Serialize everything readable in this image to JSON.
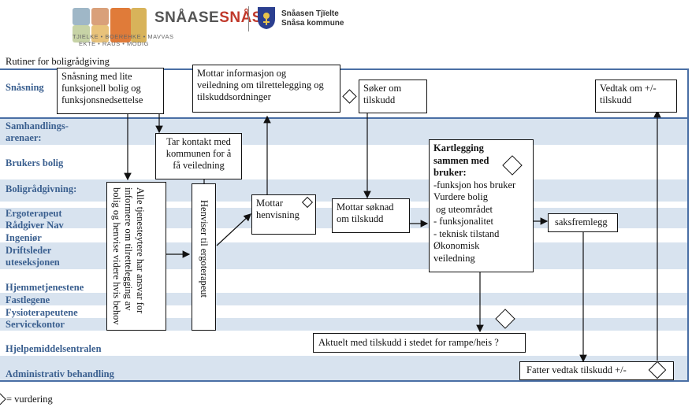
{
  "header": {
    "logo_tagline_line1": "TJIELKE • BOEREHKE • MAVVAS",
    "logo_tagline_line2": "EKTE • RAUS • MODIG",
    "wordmark_part1": "SNÅASE",
    "wordmark_part2": "SNÅSA",
    "municipality_line1": "Snåasen Tjïelte",
    "municipality_line2": "Snåsa kommune"
  },
  "page_title": "Rutiner for boligrådgiving",
  "lanes": {
    "snasning": "Snåsning",
    "samhandling_1": "Samhandlings-",
    "samhandling_2": "arenaer:",
    "brukers_bolig": "Brukers bolig",
    "boligradgivning": "Boligrådgivning:",
    "ergoterapeut": "Ergoterapeut",
    "radgiver_nav": "Rådgiver Nav",
    "ingenior": "Ingeniør",
    "driftsleder_1": "Driftsleder",
    "driftsleder_2": "uteseksjonen",
    "hjemmetjenestene": "Hjemmetjenestene",
    "fastlegene": "Fastlegene",
    "fysioterapeutene": "Fysioterapeutene",
    "servicekontor": "Servicekontor",
    "hjelpemiddelsentralen": "Hjelpemiddelsentralen",
    "administrativ": "Administrativ  behandling"
  },
  "boxes": {
    "snasning_bolig": [
      "Snåsning med lite",
      "funksjonell bolig og",
      "funksjonsnedsettelse"
    ],
    "tar_kontakt": [
      "Tar kontakt med",
      "kommunen for å",
      "få veiledning"
    ],
    "alle_tjenesteytere": "Alle tjenesteytere har ansvar for informere om tilrettelegging av bolig og henvise videre hvis behov",
    "henviser": "Henviser til ergoterapeut",
    "mottar_info": [
      "Mottar informasjon og",
      "veiledning om tilrettelegging og",
      "tilskuddsordninger"
    ],
    "mottar_henvisning": [
      "Mottar",
      "henvisning"
    ],
    "soker": [
      "Søker om",
      "tilskudd"
    ],
    "mottar_soknad": [
      "Mottar søknad",
      "om tilskudd"
    ],
    "kartlegging_title": [
      "Kartlegging",
      "sammen med",
      "bruker:"
    ],
    "kartlegging_items": [
      "-funksjon hos bruker",
      "Vurdere bolig",
      " og uteområdet",
      "- funksjonalitet",
      "- teknisk tilstand",
      "Økonomisk",
      "veiledning"
    ],
    "saksfremlegg": "saksfremlegg",
    "vedtak": [
      "Vedtak om +/-",
      "tilskudd"
    ],
    "aktuelt": "Aktuelt med tilskudd i stedet for rampe/heis ?",
    "fatter": "Fatter vedtak tilskudd +/-"
  },
  "legend": {
    "vurdering": "= vurdering"
  }
}
